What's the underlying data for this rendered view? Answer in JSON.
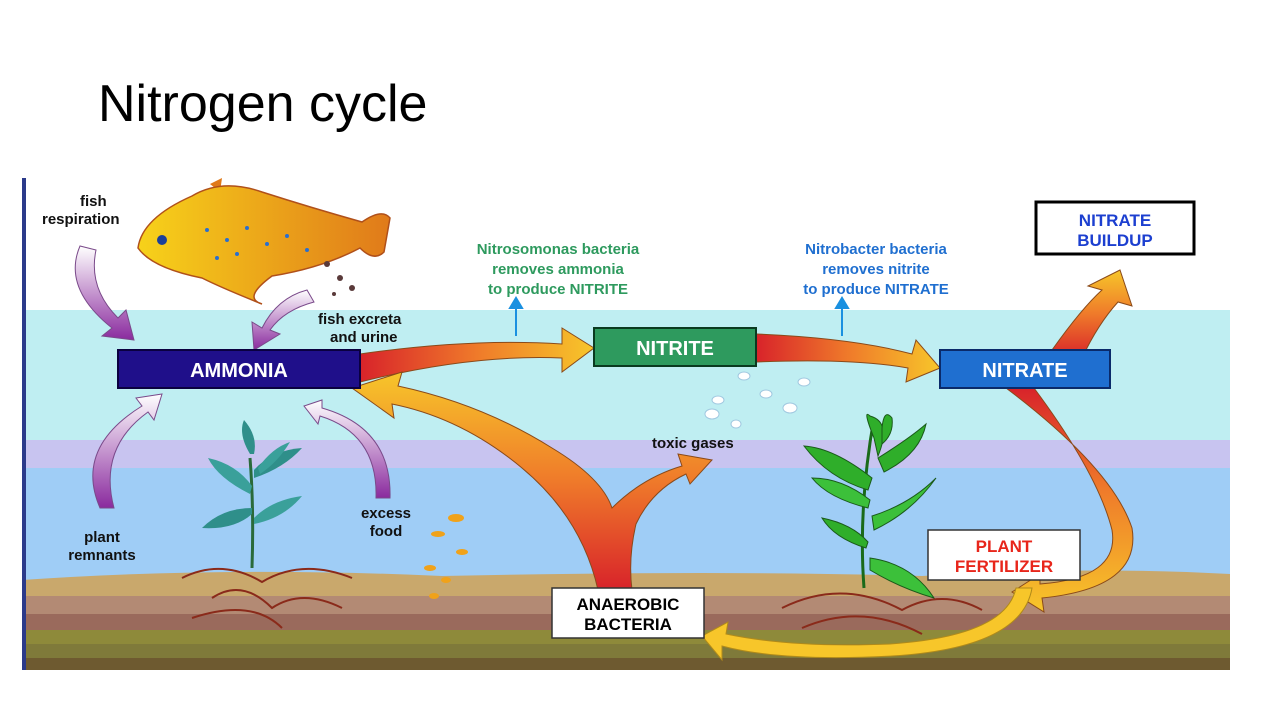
{
  "slide": {
    "title": "Nitrogen cycle"
  },
  "diagram": {
    "nodes": {
      "ammonia": "AMMONIA",
      "nitrite": "NITRITE",
      "nitrate": "NITRATE",
      "nitrate_buildup": [
        "NITRATE",
        "BUILDUP"
      ],
      "plant_fertilizer": [
        "PLANT",
        "FERTILIZER"
      ],
      "anaerobic_bacteria": [
        "ANAEROBIC",
        "BACTERIA"
      ]
    },
    "labels": {
      "fish_respiration": [
        "fish",
        "respiration"
      ],
      "fish_excreta": [
        "fish excreta",
        "and urine"
      ],
      "plant_remnants": [
        "plant",
        "remnants"
      ],
      "excess_food": [
        "excess",
        "food"
      ],
      "toxic_gases": "toxic gases",
      "nitrosomonas": [
        "Nitrosomonas bacteria",
        "removes ammonia",
        "to produce NITRITE"
      ],
      "nitrobacter": [
        "Nitrobacter bacteria",
        "removes nitrite",
        "to produce NITRATE"
      ]
    },
    "colors": {
      "ammonia_box": "#1f0f8a",
      "nitrite_box": "#2e9a5e",
      "nitrate_box": "#1f6fd0",
      "nitrosomonas_text": "#2e9a5e",
      "nitrobacter_text": "#1f6fd0",
      "fertilizer_text": "#e8261b",
      "buildup_text": "#1c3fd0"
    },
    "icons": [
      "fish-icon",
      "plant-icon",
      "food-flakes-icon",
      "gas-bubbles-icon"
    ]
  }
}
